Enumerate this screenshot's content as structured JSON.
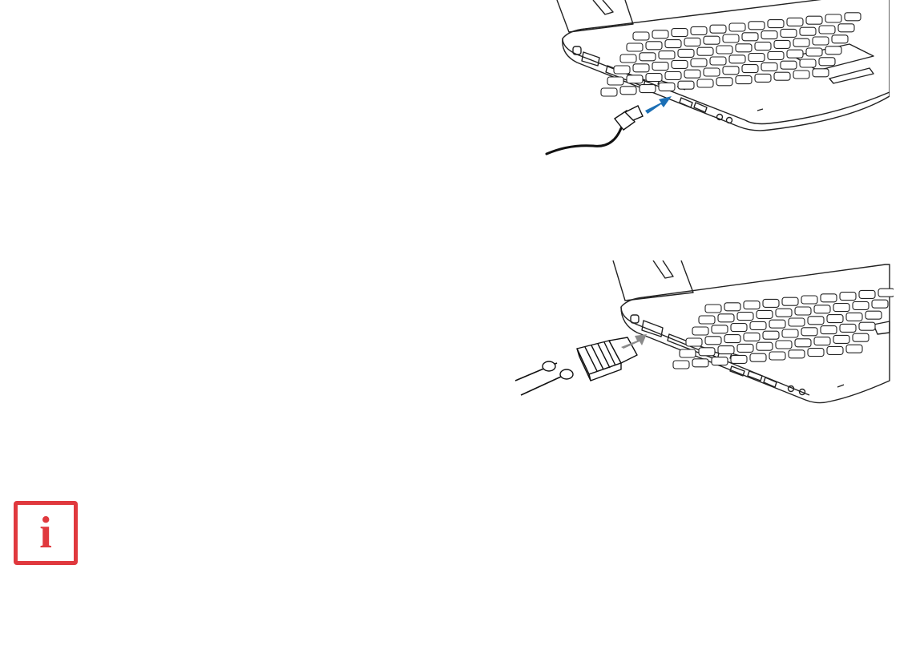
{
  "colors": {
    "accent_red": "#e0393e",
    "arrow_blue": "#1b6fb5",
    "arrow_gray": "#8a8a8a",
    "line": "#222222"
  },
  "figures": [
    {
      "name": "hdmi-connection",
      "arrow_color": "arrow_blue",
      "icon": "hdmi-cable-icon"
    },
    {
      "name": "vga-connection",
      "arrow_color": "arrow_gray",
      "icon": "vga-connector-icon"
    }
  ],
  "info_icon": {
    "glyph": "i",
    "icon": "info-icon"
  }
}
